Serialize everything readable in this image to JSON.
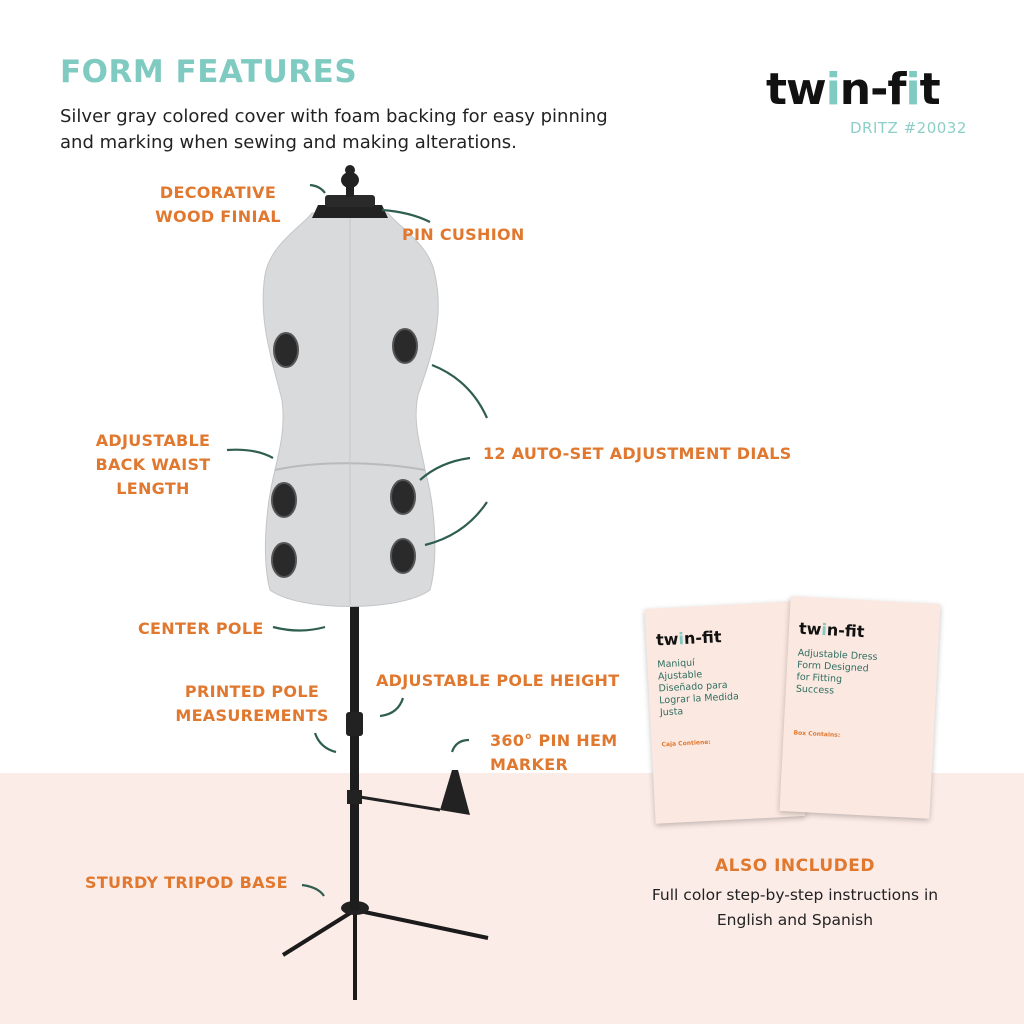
{
  "header": {
    "title": "FORM FEATURES",
    "description": "Silver gray colored cover with foam backing for easy pinning and marking when sewing and making alterations."
  },
  "brand": {
    "logo_text": "twin-fit",
    "model": "DRITZ #20032"
  },
  "callouts": {
    "finial": "DECORATIVE WOOD FINIAL",
    "pin_cushion": "PIN CUSHION",
    "back_waist": "ADJUSTABLE BACK WAIST LENGTH",
    "dials": "12 AUTO-SET ADJUSTMENT DIALS",
    "center_pole": "CENTER POLE",
    "pole_height": "ADJUSTABLE POLE HEIGHT",
    "printed_pole": "PRINTED POLE MEASUREMENTS",
    "hem_marker": "360° PIN HEM MARKER",
    "tripod": "STURDY TRIPOD BASE"
  },
  "manuals": {
    "spanish_title": "Maniquí Ajustable Diseñado para Lograr la Medida Justa",
    "spanish_box": "Caja Contiene:",
    "english_title": "Adjustable Dress Form Designed for Fitting Success",
    "english_box": "Box Contains:"
  },
  "included": {
    "heading": "ALSO INCLUDED",
    "text": "Full color step-by-step instructions in English and Spanish"
  },
  "colors": {
    "accent_teal": "#7fcac1",
    "label_orange": "#e0782f",
    "arrow_green": "#2f5e50",
    "bottom_pink": "#fcece7"
  }
}
